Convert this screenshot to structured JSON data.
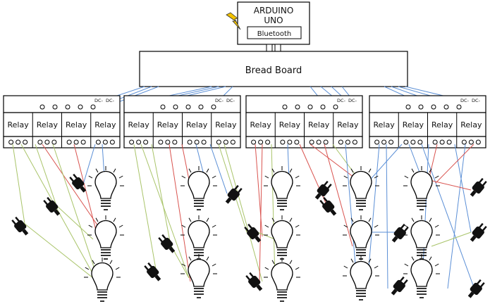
{
  "arduino": {
    "line1": "ARDUINO",
    "line2": "UNO",
    "module": "Bluetooth"
  },
  "breadboard": {
    "label": "Bread Board"
  },
  "relay_label": "Relay",
  "dc_minus": "DC-",
  "colors": {
    "outline": "#000000",
    "wire_blue": "#5b8fd6",
    "wire_red": "#d9534f",
    "wire_green": "#a9c46a",
    "bolt": "#f2c200",
    "bulb_fill": "#ffffff"
  },
  "modules": [
    {
      "relays": [
        "Relay",
        "Relay",
        "Relay",
        "Relay"
      ]
    },
    {
      "relays": [
        "Relay",
        "Relay",
        "Relay",
        "Relay"
      ]
    },
    {
      "relays": [
        "Relay",
        "Relay",
        "Relay",
        "Relay"
      ]
    },
    {
      "relays": [
        "Relay",
        "Relay",
        "Relay",
        "Relay"
      ]
    }
  ]
}
